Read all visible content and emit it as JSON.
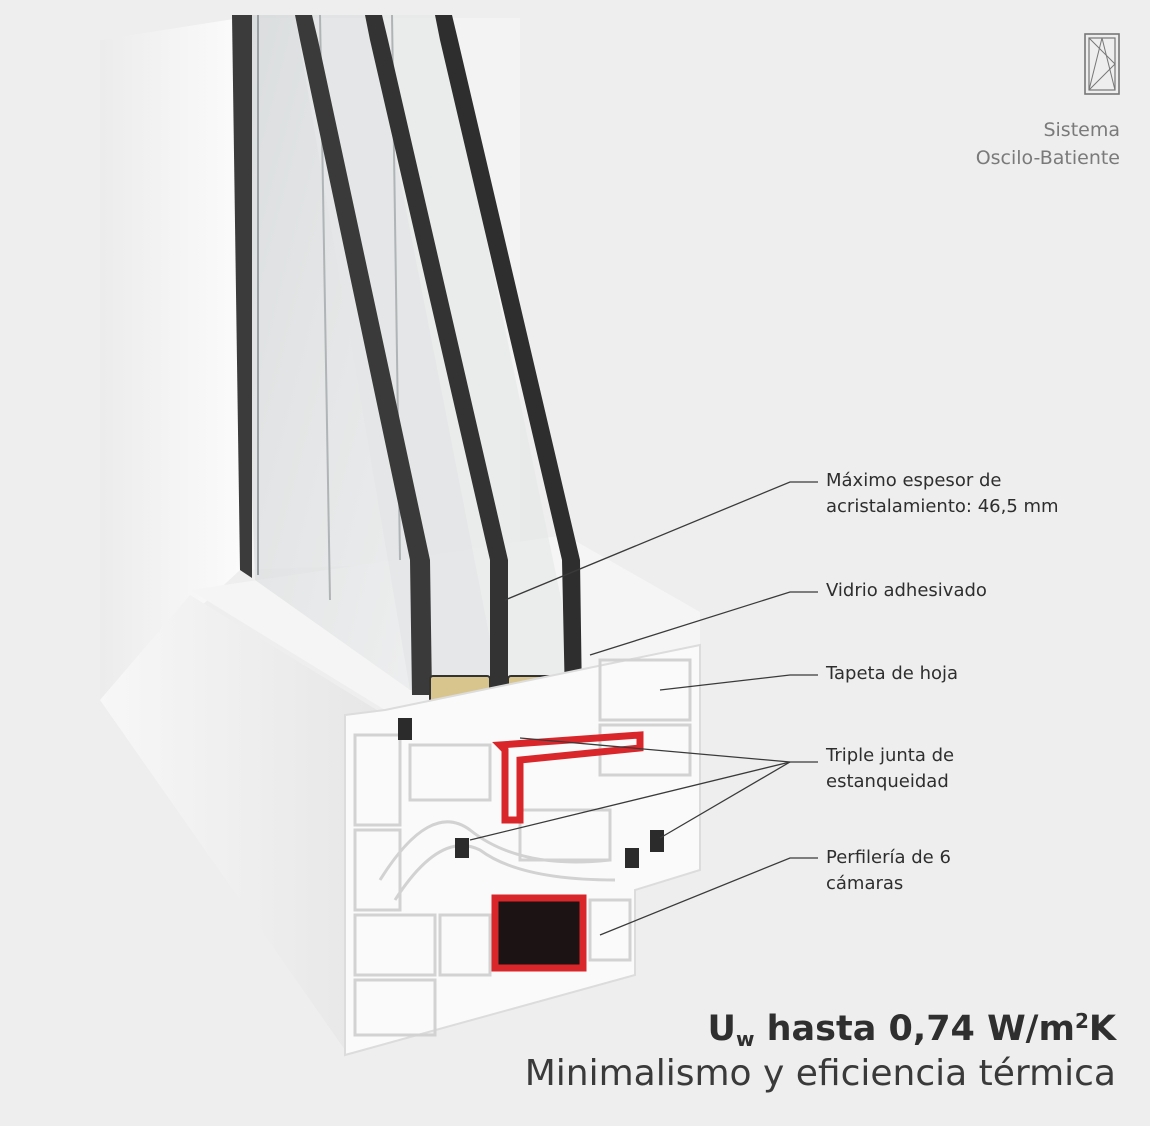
{
  "system": {
    "icon": "tilt-turn-window-icon",
    "label_line1": "Sistema",
    "label_line2": "Oscilo-Batiente"
  },
  "callouts": [
    {
      "id": "glazing",
      "line1": "Máximo espesor de",
      "line2": "acristalamiento: 46,5 mm"
    },
    {
      "id": "glass",
      "line1": "Vidrio adhesivado",
      "line2": ""
    },
    {
      "id": "sash",
      "line1": "Tapeta de hoja",
      "line2": ""
    },
    {
      "id": "seal",
      "line1": "Triple junta de",
      "line2": "estanqueidad"
    },
    {
      "id": "chambers",
      "line1": "Perfilería de 6",
      "line2": "cámaras"
    }
  ],
  "headline": {
    "u_symbol": "U",
    "u_subscript": "w",
    "value_text": " hasta 0,74 W/m",
    "unit_superscript": "2",
    "unit_suffix": "K"
  },
  "tagline": "Minimalismo y eficiencia térmica",
  "colors": {
    "background": "#eeeeee",
    "profile": "#ffffff",
    "spacer_gray": "#3c3c3c",
    "gasket_red": "#d9262a",
    "steel_core": "#1c1414",
    "desiccant": "#d8c58e"
  }
}
